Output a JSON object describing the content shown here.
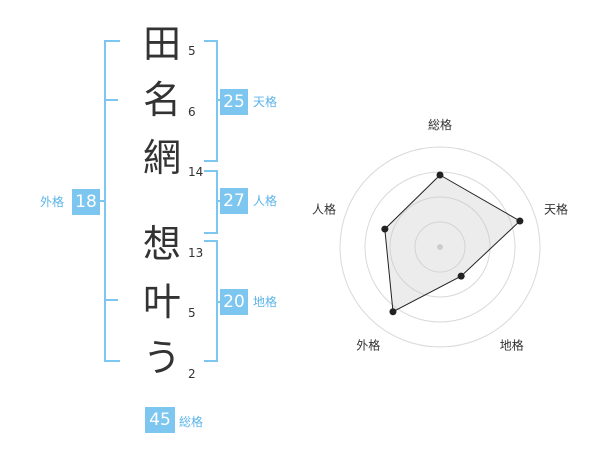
{
  "name_chars": [
    "田",
    "名",
    "網",
    "想",
    "叶",
    "う"
  ],
  "stroke_counts": [
    "5",
    "6",
    "14",
    "13",
    "5",
    "2"
  ],
  "fortunes": {
    "tenkaku": {
      "value": "25",
      "label": "天格"
    },
    "jinkaku": {
      "value": "27",
      "label": "人格"
    },
    "chikaku": {
      "value": "20",
      "label": "地格"
    },
    "gaikaku": {
      "value": "18",
      "label": "外格"
    },
    "soukaku": {
      "value": "45",
      "label": "総格"
    }
  },
  "colors": {
    "accent": "#7cc6f0",
    "accent_text": "#5bb4ea"
  },
  "chart_data": {
    "type": "radar",
    "axes": [
      "総格",
      "天格",
      "地格",
      "外格",
      "人格"
    ],
    "values": [
      3.6,
      4.2,
      1.8,
      4.0,
      2.9
    ],
    "max": 5,
    "rings": 4
  }
}
